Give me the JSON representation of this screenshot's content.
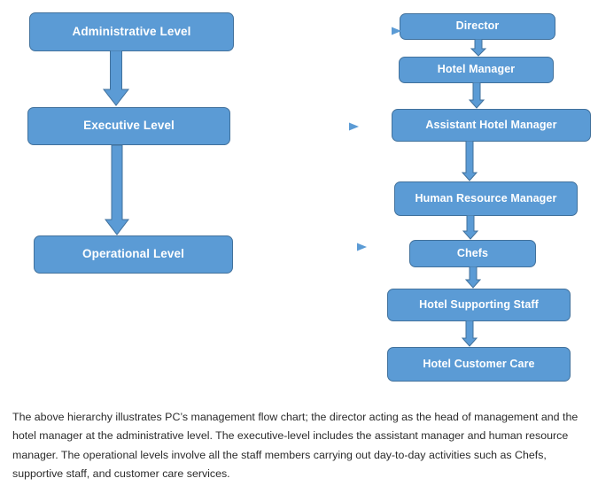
{
  "diagram": {
    "title": "Hotel management hierarchy flow chart",
    "colors": {
      "node_fill": "#5B9BD5",
      "node_border": "#41719C",
      "node_text": "#FFFFFF",
      "arrow_fill": "#5B9BD5",
      "arrow_border": "#41719C",
      "connector_line": "#5B9BD5",
      "background": "#FFFFFF"
    },
    "levels": [
      {
        "id": "administrative",
        "label": "Administrative Level"
      },
      {
        "id": "executive",
        "label": "Executive Level"
      },
      {
        "id": "operational",
        "label": "Operational Level"
      }
    ],
    "roles": [
      {
        "id": "director",
        "label": "Director"
      },
      {
        "id": "hotel-manager",
        "label": "Hotel Manager"
      },
      {
        "id": "assistant-hotel-manager",
        "label": "Assistant Hotel Manager"
      },
      {
        "id": "human-resource-manager",
        "label": "Human Resource Manager"
      },
      {
        "id": "chefs",
        "label": "Chefs"
      },
      {
        "id": "hotel-supporting-staff",
        "label": "Hotel Supporting Staff"
      },
      {
        "id": "hotel-customer-care",
        "label": "Hotel Customer Care"
      }
    ],
    "connections": [
      {
        "from": "administrative",
        "to": "director",
        "style": "thin-horizontal-arrow"
      },
      {
        "from": "executive",
        "to": "assistant-hotel-manager",
        "style": "thin-horizontal-arrow"
      },
      {
        "from": "operational",
        "to": "chefs",
        "style": "thin-horizontal-arrow"
      },
      {
        "from": "administrative",
        "to": "executive",
        "style": "thick-down-arrow"
      },
      {
        "from": "executive",
        "to": "operational",
        "style": "thick-down-arrow"
      },
      {
        "from": "director",
        "to": "hotel-manager",
        "style": "small-down-arrow"
      },
      {
        "from": "hotel-manager",
        "to": "assistant-hotel-manager",
        "style": "small-down-arrow"
      },
      {
        "from": "assistant-hotel-manager",
        "to": "human-resource-manager",
        "style": "small-down-arrow"
      },
      {
        "from": "human-resource-manager",
        "to": "chefs",
        "style": "small-down-arrow"
      },
      {
        "from": "chefs",
        "to": "hotel-supporting-staff",
        "style": "small-down-arrow"
      },
      {
        "from": "hotel-supporting-staff",
        "to": "hotel-customer-care",
        "style": "small-down-arrow"
      }
    ]
  },
  "caption": {
    "text": "The above hierarchy illustrates PC’s management flow chart; the director acting as the head of management and the hotel manager at the administrative level. The executive-level includes the assistant manager and human resource manager. The operational levels involve all the staff members carrying out day-to-day activities such as Chefs, supportive staff, and customer care services."
  }
}
